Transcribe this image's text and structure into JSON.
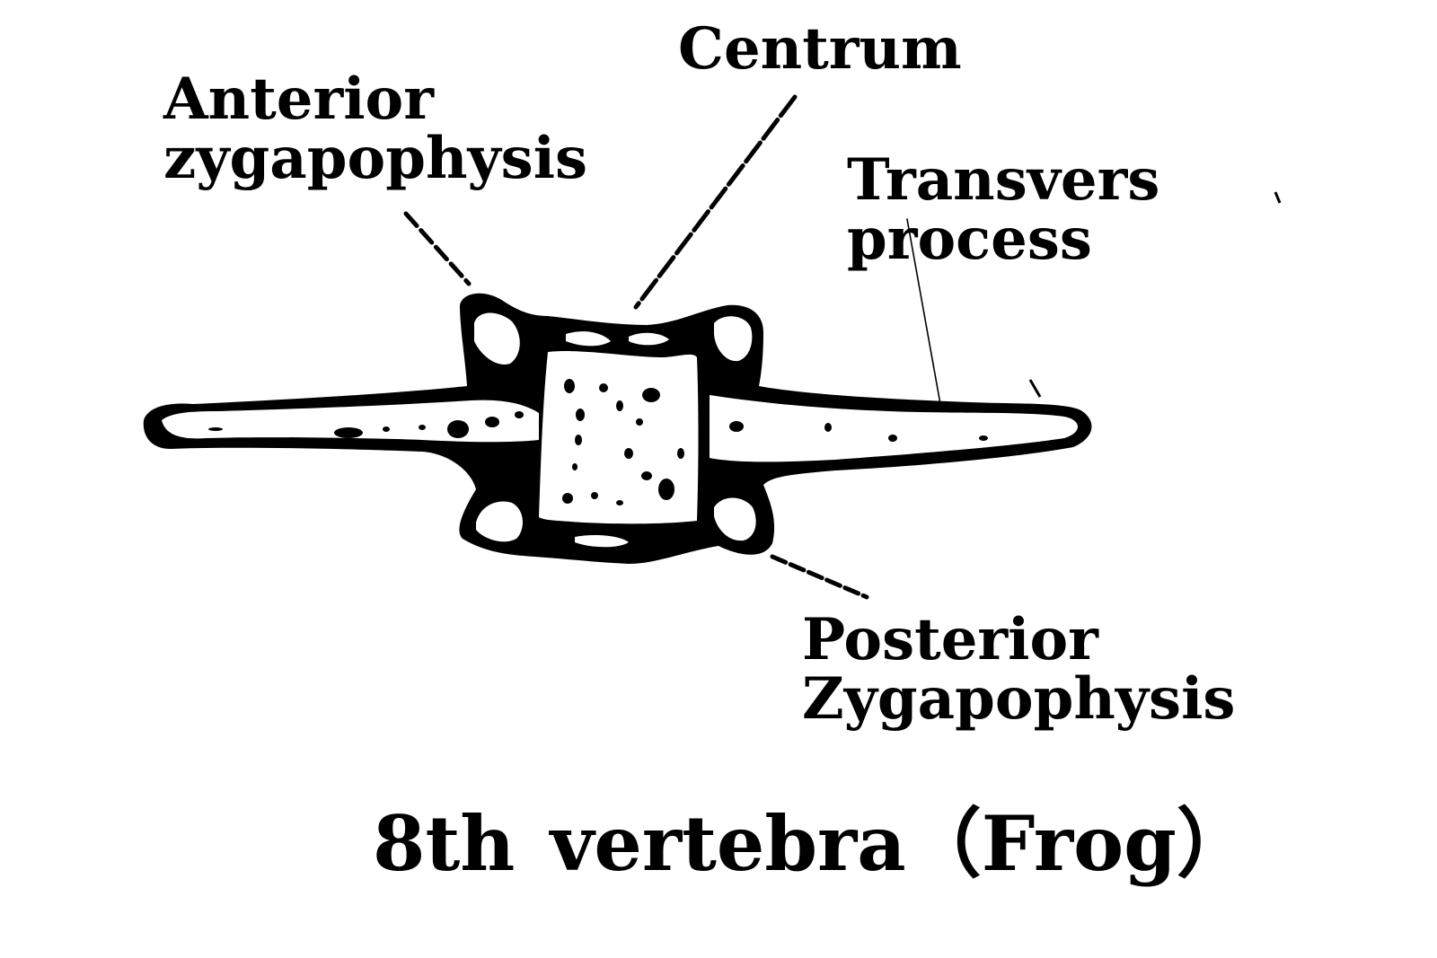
{
  "labels": {
    "anterior_zygapophysis": {
      "line1": "Anterior",
      "line2": "zygapophysis"
    },
    "centrum": {
      "line1": "Centrum"
    },
    "transverse_process": {
      "line1": "Transvers",
      "line2": "process"
    },
    "posterior_zygapophysis": {
      "line1": "Posterior",
      "line2": "Zygapophysis"
    }
  },
  "title": "8th vertebra（Frog）",
  "colors": {
    "ink": "#000000",
    "background": "#ffffff"
  }
}
